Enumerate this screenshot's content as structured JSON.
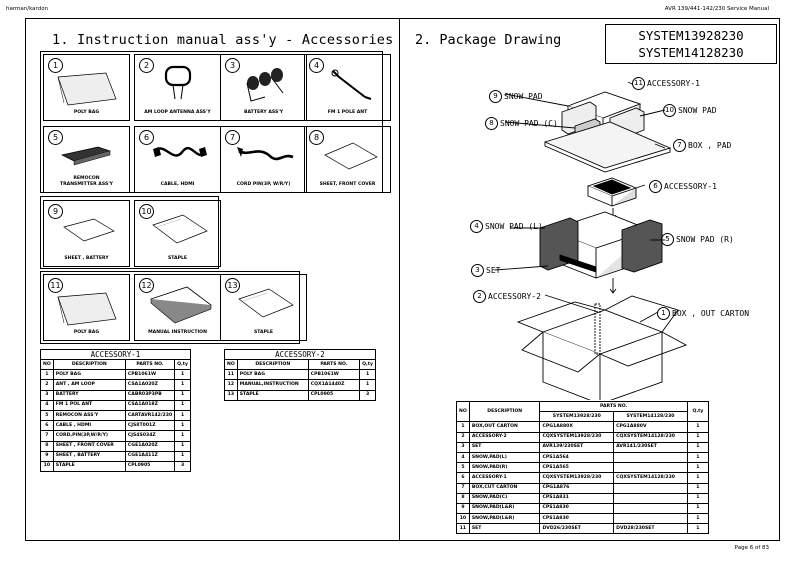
{
  "header": {
    "brand": "harman/kardon",
    "doc": "AVR 139/441-142/230 Service Manual"
  },
  "left": {
    "title": "1. Instruction manual ass'y - Accessories",
    "items": [
      {
        "num": "1",
        "label": "POLY BAG"
      },
      {
        "num": "2",
        "label": "AM LOOP ANTENNA ASS'Y"
      },
      {
        "num": "3",
        "label": "BATTERY   ASS'Y"
      },
      {
        "num": "4",
        "label": "FM 1 POLE ANT"
      },
      {
        "num": "5",
        "label": "REMOCON\nTRANSMITTER ASS'Y"
      },
      {
        "num": "6",
        "label": "CABLE, HDMI"
      },
      {
        "num": "7",
        "label": "CORD PIN(3P, W/R/Y)"
      },
      {
        "num": "8",
        "label": "SHEET, FRONT COVER"
      },
      {
        "num": "9",
        "label": "SHEET , BATTERY"
      },
      {
        "num": "10",
        "label": "STAPLE"
      },
      {
        "num": "11",
        "label": "POLY BAG"
      },
      {
        "num": "12",
        "label": "MANUAL INSTRUCTION"
      },
      {
        "num": "13",
        "label": "STAPLE"
      }
    ],
    "accessory1": {
      "caption": "ACCESSORY-1",
      "headers": [
        "NO",
        "DESCRIPTION",
        "PARTS NO.",
        "Q,ty"
      ],
      "rows": [
        [
          "1",
          "POLY BAG",
          "CPB1061W",
          "1"
        ],
        [
          "2",
          "ANT , AM LOOP",
          "CSA1A020Z",
          "1"
        ],
        [
          "3",
          "BATTERY",
          "CABR03P3PB",
          "1"
        ],
        [
          "4",
          "FM 1 POL ANT",
          "CSA1A018Z",
          "1"
        ],
        [
          "5",
          "REMOCON ASS'Y",
          "CARTAVR142/230",
          "1"
        ],
        [
          "6",
          "CABLE , HDMI",
          "CJS8T001Z",
          "1"
        ],
        [
          "7",
          "CORD,PIN(3P,W/R/Y)",
          "CJS4S034Z",
          "1"
        ],
        [
          "8",
          "SHEET , FRONT COVER",
          "CGE1A020Z",
          "1"
        ],
        [
          "9",
          "SHEET , BATTERY",
          "CGE1A411Z",
          "1"
        ],
        [
          "10",
          "STAPLE",
          "CPL0905",
          "3"
        ]
      ]
    },
    "accessory2": {
      "caption": "ACCESSORY-2",
      "headers": [
        "NO",
        "DESCRIPTION",
        "PARTS NO.",
        "Q,ty"
      ],
      "rows": [
        [
          "11",
          "POLY BAG",
          "CPB1061W",
          "1"
        ],
        [
          "12",
          "MANUAL,INSTRUCTION",
          "CQX1A1440Z",
          "1"
        ],
        [
          "13",
          "STAPLE",
          "CPL0905",
          "3"
        ]
      ]
    }
  },
  "right": {
    "title": "2. Package Drawing",
    "system1": "SYSTEM13928230",
    "system2": "SYSTEM14128230",
    "callouts": [
      {
        "num": "11",
        "text": "ACCESSORY-1"
      },
      {
        "num": "9",
        "text": "SNOW PAD"
      },
      {
        "num": "10",
        "text": "SNOW PAD"
      },
      {
        "num": "8",
        "text": "SNOW PAD (C)"
      },
      {
        "num": "7",
        "text": "BOX , PAD"
      },
      {
        "num": "6",
        "text": "ACCESSORY-1"
      },
      {
        "num": "4",
        "text": "SNOW PAD (L)"
      },
      {
        "num": "5",
        "text": "SNOW PAD (R)"
      },
      {
        "num": "3",
        "text": "SET"
      },
      {
        "num": "2",
        "text": "ACCESSORY-2"
      },
      {
        "num": "1",
        "text": "BOX , OUT CARTON"
      }
    ],
    "parts": {
      "h_no": "NO",
      "h_desc": "DESCRIPTION",
      "h_parts": "PARTS NO.",
      "h_sys1": "SYSTEM13928/230",
      "h_sys2": "SYSTEM14128/230",
      "h_qty": "Q,ty",
      "rows": [
        [
          "1",
          "BOX,OUT CARTON",
          "CPG1A880X",
          "CPG1A880V",
          "1"
        ],
        [
          "2",
          "ACCESSORY-2",
          "CQXSYSTEM13928/230",
          "CQXSYSTEM14128/230",
          "1"
        ],
        [
          "3",
          "SET",
          "AVR139/230SET",
          "AVR141/230SET",
          "1"
        ],
        [
          "4",
          "SNOW,PAD(L)",
          "CPS1A564",
          "",
          "1"
        ],
        [
          "5",
          "SNOW,PAD(R)",
          "CPS1A565",
          "",
          "1"
        ],
        [
          "6",
          "ACCESSORY-1",
          "CQXSYSTEM13928/230",
          "CQXSYSTEM14128/230",
          "1"
        ],
        [
          "7",
          "BOX,CUT CARTON",
          "CPG1A876",
          "",
          "1"
        ],
        [
          "8",
          "SNOW,PAD(C)",
          "CPS1A831",
          "",
          "1"
        ],
        [
          "9",
          "SNOW,PAD(L&R)",
          "CPS1A830",
          "",
          "1"
        ],
        [
          "10",
          "SNOW,PAD(L&R)",
          "CPS1A830",
          "",
          "1"
        ],
        [
          "11",
          "SET",
          "DVD26/230SET",
          "DVD28/230SET",
          "1"
        ]
      ]
    }
  },
  "footer": {
    "page": "Page 6 of 83"
  }
}
